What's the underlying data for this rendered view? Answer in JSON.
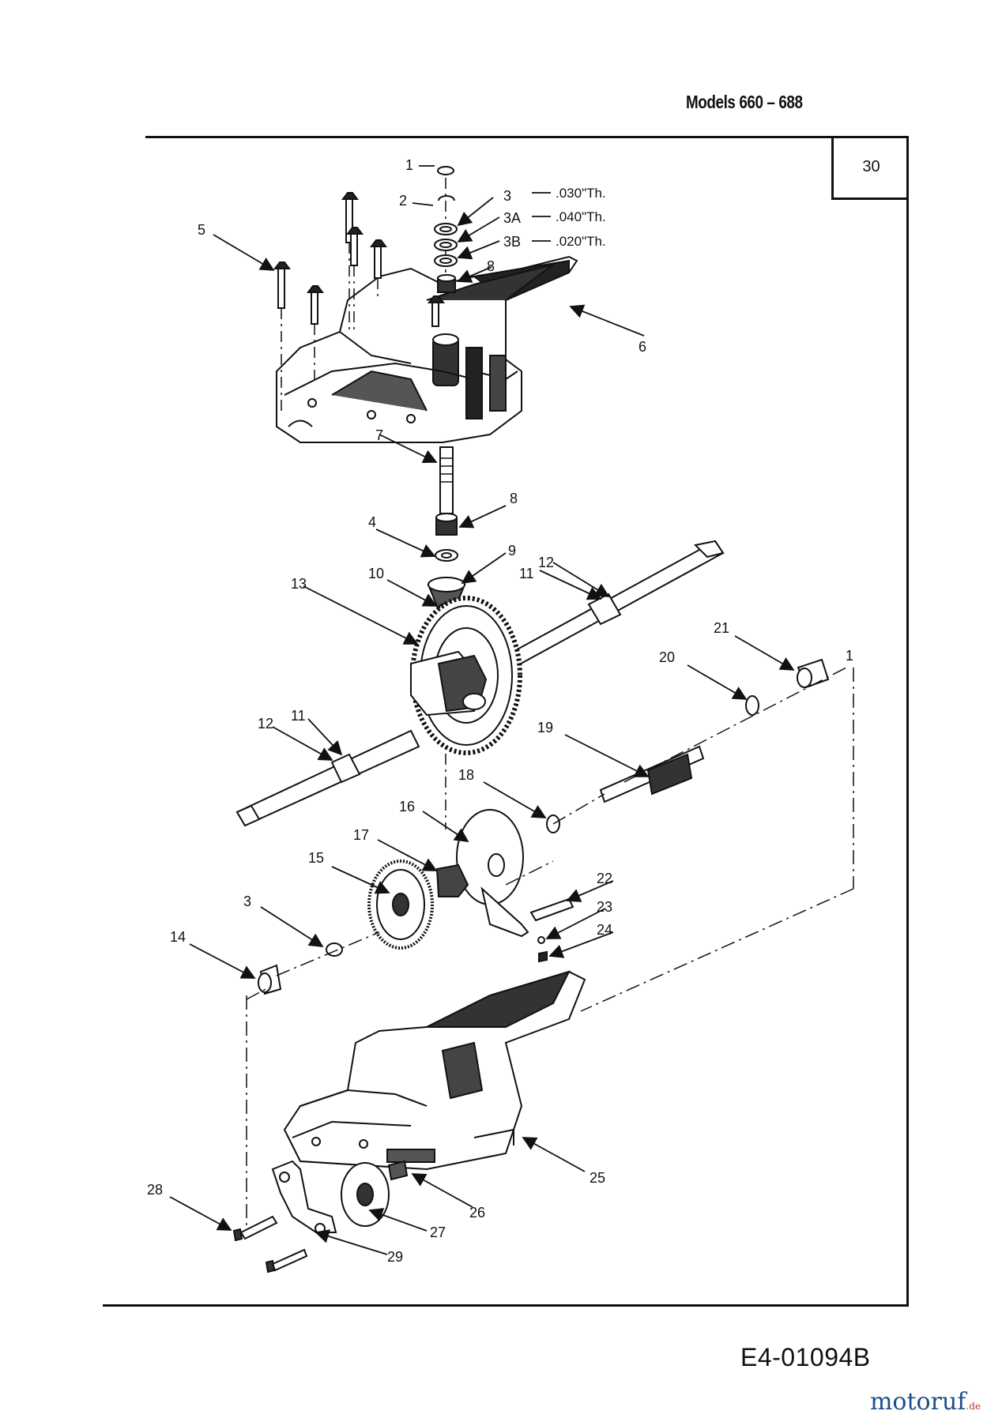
{
  "header": {
    "models": "Models 660 – 688"
  },
  "figure": {
    "number": "30",
    "code": "E4-01094B"
  },
  "watermark": {
    "brand": "motoruf",
    "tld": ".de"
  },
  "spec_notes": [
    {
      "ref": "3",
      "text": ".030\"Th."
    },
    {
      "ref": "3A",
      "text": ".040\"Th."
    },
    {
      "ref": "3B",
      "text": ".020\"Th."
    }
  ],
  "callouts": {
    "c1": "1",
    "c2": "2",
    "c3": "3",
    "c3a": "3A",
    "c3b": "3B",
    "c4": "4",
    "c5": "5",
    "c6": "6",
    "c7": "7",
    "c8a": "8",
    "c8b": "8",
    "c9": "9",
    "c10": "10",
    "c11a": "11",
    "c11b": "11",
    "c12a": "12",
    "c12b": "12",
    "c13": "13",
    "c14": "14",
    "c15": "15",
    "c16": "16",
    "c17": "17",
    "c18": "18",
    "c19": "19",
    "c20": "20",
    "c21": "21",
    "c22": "22",
    "c23": "23",
    "c24": "24",
    "c25": "25",
    "c26": "26",
    "c27": "27",
    "c28": "28",
    "c29": "29",
    "c3c": "3",
    "c1b": "1"
  }
}
